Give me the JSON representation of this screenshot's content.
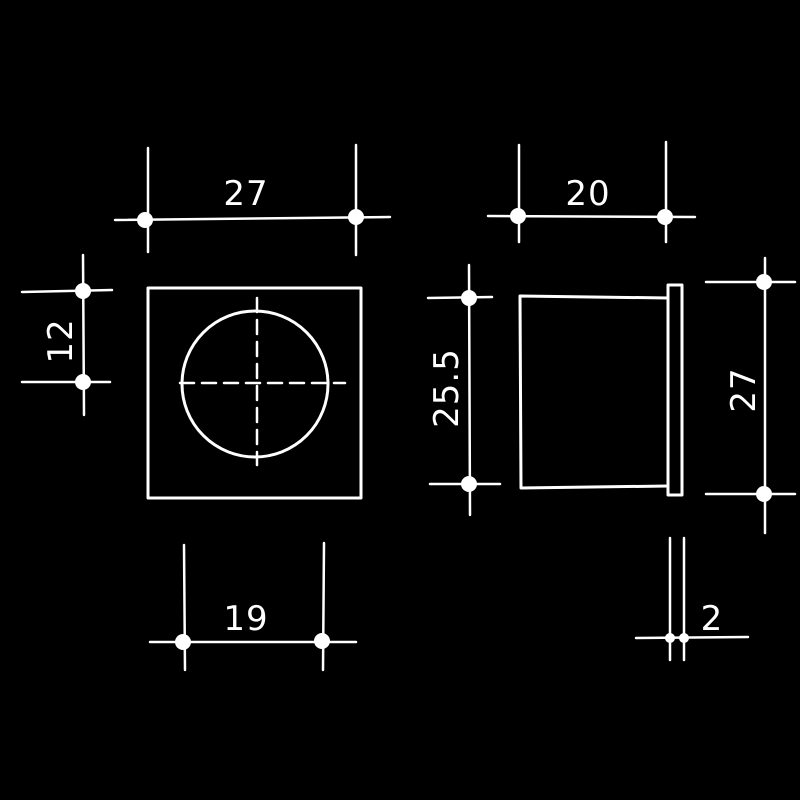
{
  "colors": {
    "background": "#000000",
    "ink": "#ffffff"
  },
  "dimensions": {
    "front_width": "27",
    "front_height": "12",
    "front_bottom_width": "19",
    "side_depth": "20",
    "side_body_height": "25.5",
    "side_total_height": "27",
    "flange_thickness": "2"
  }
}
